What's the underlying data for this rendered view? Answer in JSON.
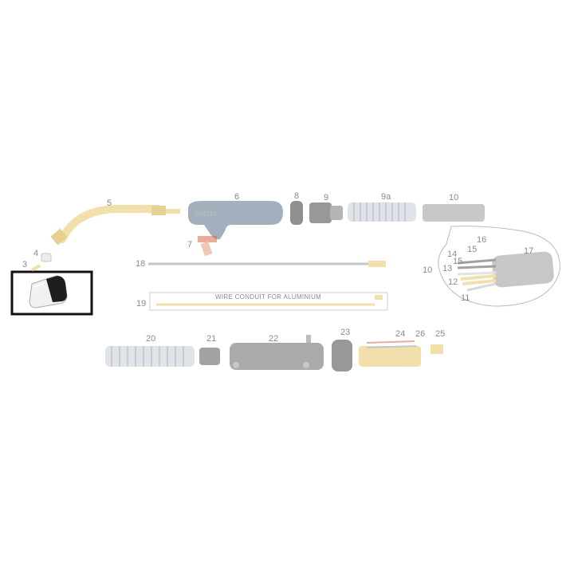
{
  "labels": {
    "p3": "3",
    "p4": "4",
    "p5": "5",
    "p6": "6",
    "p7": "7",
    "p8": "8",
    "p9": "9",
    "p9a": "9a",
    "p10": "10",
    "p10b": "10",
    "p11": "11",
    "p12": "12",
    "p13": "13",
    "p14": "14",
    "p15a": "15",
    "p15b": "15",
    "p16": "16",
    "p17": "17",
    "p18": "18",
    "p19": "19",
    "p20": "20",
    "p21": "21",
    "p22": "22",
    "p23": "23",
    "p24": "24",
    "p25": "25",
    "p26": "26"
  },
  "conduit_text": "WIRE CONDUIT FOR ALUMINIUM",
  "handle_text": "BINZEL",
  "highlight_color": "#111111",
  "colors": {
    "brass": "#e8c86a",
    "handle": "#5b6f8a",
    "cable": "#9a9a9a",
    "spring": "#c8cfd6"
  }
}
